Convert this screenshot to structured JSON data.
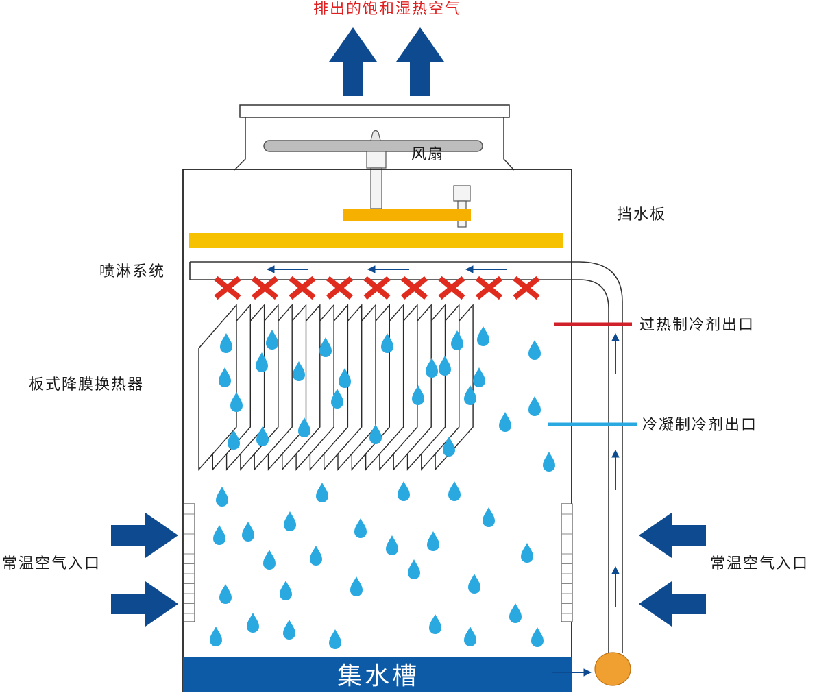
{
  "labels": {
    "exhaust": "排出的饱和湿热空气",
    "fan": "风扇",
    "eliminator": "挡水板",
    "spray": "喷淋系统",
    "exchanger": "板式降膜换热器",
    "superheated_outlet": "过热制冷剂出口",
    "condensed_outlet": "冷凝制冷剂出口",
    "air_inlet_left": "常温空气入口",
    "air_inlet_right": "常温空气入口",
    "basin": "集水槽"
  },
  "colors": {
    "arrow_blue": "#0d4a8f",
    "exhaust_text": "#e02020",
    "eliminator": "#f5c100",
    "nozzle": "#e02b1f",
    "droplet": "#29a9e0",
    "basin": "#0d5aa7",
    "pump": "#f0a030",
    "superheated_line": "#d0202a",
    "condensed_line": "#29a9e0"
  },
  "icons": {
    "exhaust_arrow": "arrow-up-icon",
    "inlet_arrow_left": "arrow-right-icon",
    "inlet_arrow_right": "arrow-left-icon",
    "nozzle": "x-nozzle-icon",
    "droplet": "water-drop-icon",
    "pump": "pump-circle-icon"
  },
  "counts": {
    "nozzles": 9,
    "plates": 18
  }
}
